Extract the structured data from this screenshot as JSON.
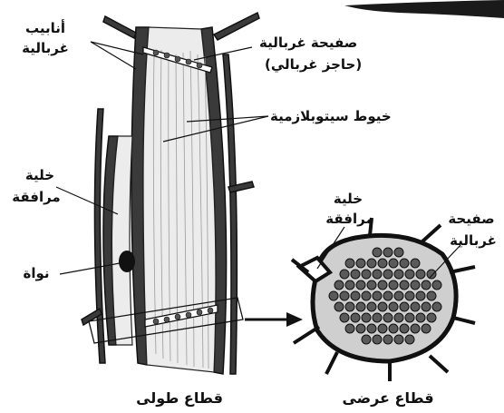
{
  "labels": {
    "sieve_tubes": [
      "أنابيب",
      "غربالية"
    ],
    "sieve_plate": [
      "صفيحة غربالية",
      "(حاجز غربالي)"
    ],
    "cytoplasmic_strands": "خيوط سيتوبلازمية",
    "companion_cell": [
      "خلية",
      "مرافقة"
    ],
    "nucleus": "نواة",
    "companion_cell_cross": [
      "خلية",
      "مرافقة"
    ],
    "sieve_plate_cross": [
      "صفيحة",
      "غربالية"
    ],
    "longitudinal_section": "قطاع طولى",
    "cross_section": "قطاع عرضى"
  },
  "colors": {
    "ink": "#111111",
    "wall": "#3a3a3a",
    "lumen": "#ececec"
  }
}
